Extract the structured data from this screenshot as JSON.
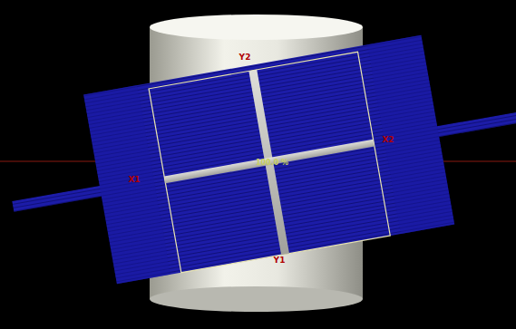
{
  "diagram": {
    "labels": [
      "Y2",
      "X1",
      "X2",
      "Y1",
      "100.0 %"
    ]
  }
}
